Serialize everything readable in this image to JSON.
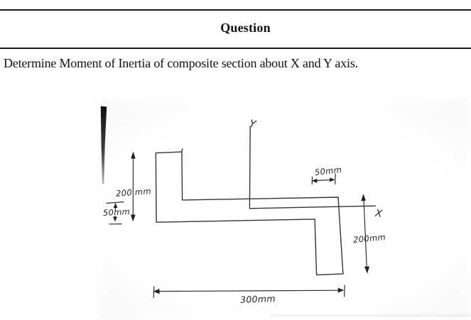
{
  "header": {
    "title": "Question"
  },
  "question": {
    "text": "Determine Moment of Inertia of composite section about X and Y axis."
  },
  "figure": {
    "axes": {
      "x_label": "X",
      "y_label": "Y"
    },
    "dimensions": {
      "left_height": "200 mm",
      "left_web_thickness": "50mm",
      "top_flange_width": "50mm",
      "right_height": "200mm",
      "bottom_width": "300mm"
    },
    "colors": {
      "ink": "#333333",
      "rule": "#161616",
      "paper": "#ffffff"
    }
  }
}
